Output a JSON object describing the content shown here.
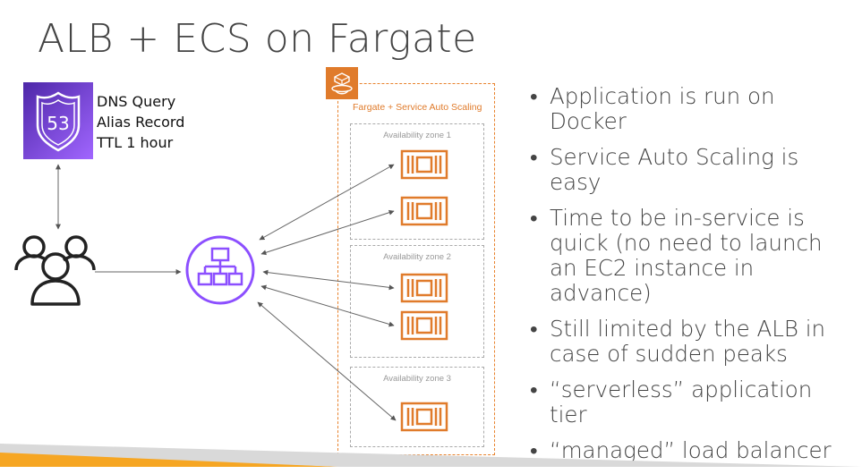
{
  "title": "ALB + ECS on Fargate",
  "route53": {
    "icon_label": "53",
    "lines": [
      "DNS Query",
      "Alias Record",
      "TTL 1 hour"
    ]
  },
  "fargate": {
    "label": "Fargate + Service Auto Scaling"
  },
  "zones": [
    {
      "label": "Availability zone 1"
    },
    {
      "label": "Availability zone 2"
    },
    {
      "label": "Availability zone 3"
    }
  ],
  "bullets": [
    "Application is run on Docker",
    "Service Auto Scaling is easy",
    "Time to be in-service is quick (no need to launch an EC2 instance in advance)",
    "Still limited by the ALB in case of sudden peaks",
    "“serverless” application tier",
    "“managed” load balancer"
  ],
  "colors": {
    "orange": "#e07b2b",
    "purple": "#8c4fff",
    "route53_dark": "#4d27a8"
  }
}
